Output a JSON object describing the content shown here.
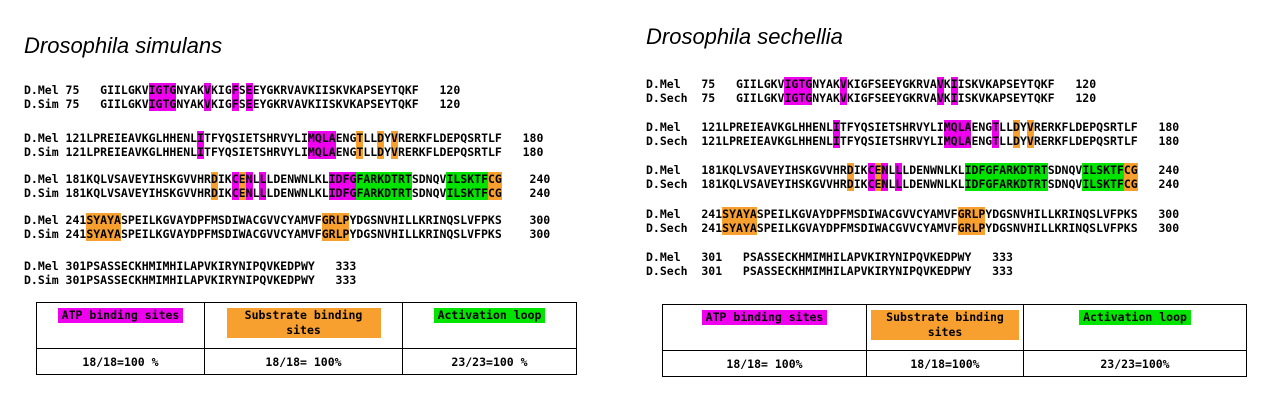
{
  "colors": {
    "atp": "#ee00ee",
    "substrate": "#f7a030",
    "activation": "#00e400"
  },
  "legend_keys": [
    "atp",
    "substrate",
    "activation"
  ],
  "panels": [
    {
      "title": "Drosophila simulans",
      "blocks": [
        {
          "rows": [
            {
              "segs": [
                [
                  "D.Mel 75   GIILGKV",
                  ""
                ],
                [
                  "IGTG",
                  "atp"
                ],
                [
                  "NYAK",
                  ""
                ],
                [
                  "V",
                  "atp"
                ],
                [
                  "KIG",
                  ""
                ],
                [
                  "F",
                  "atp"
                ],
                [
                  "S",
                  ""
                ],
                [
                  "E",
                  "atp"
                ],
                [
                  "EYGKRVAVKIISKVKAPSEYTQKF   120",
                  ""
                ]
              ]
            },
            {
              "segs": [
                [
                  "D.Sim 75   GIILGKV",
                  ""
                ],
                [
                  "IGTG",
                  "atp"
                ],
                [
                  "NYAK",
                  ""
                ],
                [
                  "V",
                  "atp"
                ],
                [
                  "KIG",
                  ""
                ],
                [
                  "F",
                  "atp"
                ],
                [
                  "S",
                  ""
                ],
                [
                  "E",
                  "atp"
                ],
                [
                  "EYGKRVAVKIISKVKAPSEYTQKF   120",
                  ""
                ]
              ]
            }
          ]
        },
        {
          "rows": [
            {
              "segs": [
                [
                  "D.Mel 121LPREIEAVKGLHHENL",
                  ""
                ],
                [
                  "I",
                  "atp"
                ],
                [
                  "TFYQSIETSHRVYLI",
                  ""
                ],
                [
                  "MQLA",
                  "atp"
                ],
                [
                  "ENG",
                  ""
                ],
                [
                  "T",
                  "sub"
                ],
                [
                  "LL",
                  ""
                ],
                [
                  "D",
                  "sub"
                ],
                [
                  "Y",
                  ""
                ],
                [
                  "V",
                  "sub"
                ],
                [
                  "RERKFLDEPQSRTLF   180",
                  ""
                ]
              ]
            },
            {
              "segs": [
                [
                  "D.Sim 121LPREIEAVKGLHHENL",
                  ""
                ],
                [
                  "I",
                  "atp"
                ],
                [
                  "TFYQSIETSHRVYLI",
                  ""
                ],
                [
                  "MQLA",
                  "atp"
                ],
                [
                  "ENG",
                  ""
                ],
                [
                  "T",
                  "sub"
                ],
                [
                  "LL",
                  ""
                ],
                [
                  "D",
                  "sub"
                ],
                [
                  "Y",
                  ""
                ],
                [
                  "V",
                  "sub"
                ],
                [
                  "RERKFLDEPQSRTLF   180",
                  ""
                ]
              ]
            }
          ]
        },
        {
          "rows": [
            {
              "segs": [
                [
                  "D.Mel 181KQLVSAVEYIHSKGVVHR",
                  ""
                ],
                [
                  "D",
                  "sub"
                ],
                [
                  "IK",
                  ""
                ],
                [
                  "C",
                  "atp"
                ],
                [
                  "E",
                  "sub"
                ],
                [
                  "N",
                  "atp"
                ],
                [
                  "L",
                  ""
                ],
                [
                  "L",
                  "atp"
                ],
                [
                  "LDENWNLKL",
                  ""
                ],
                [
                  "IDFG",
                  "atp"
                ],
                [
                  "FARKDTRT",
                  "act"
                ],
                [
                  "SDNQV",
                  ""
                ],
                [
                  "ILSKTF",
                  "act"
                ],
                [
                  "CG",
                  "sub"
                ],
                [
                  "    240",
                  ""
                ]
              ]
            },
            {
              "segs": [
                [
                  "D.Sim 181KQLVSAVEYIHSKGVVHR",
                  ""
                ],
                [
                  "D",
                  "sub"
                ],
                [
                  "IK",
                  ""
                ],
                [
                  "C",
                  "atp"
                ],
                [
                  "E",
                  "sub"
                ],
                [
                  "N",
                  "atp"
                ],
                [
                  "L",
                  ""
                ],
                [
                  "L",
                  "atp"
                ],
                [
                  "LDENWNLKL",
                  ""
                ],
                [
                  "IDFG",
                  "atp"
                ],
                [
                  "FARKDTRT",
                  "act"
                ],
                [
                  "SDNQV",
                  ""
                ],
                [
                  "ILSKTF",
                  "act"
                ],
                [
                  "CG",
                  "sub"
                ],
                [
                  "    240",
                  ""
                ]
              ]
            }
          ]
        },
        {
          "rows": [
            {
              "segs": [
                [
                  "D.Mel 241",
                  ""
                ],
                [
                  "SYAYA",
                  "sub"
                ],
                [
                  "SPEILKGVAYDPFMSDIWACGVVCYAMVF",
                  ""
                ],
                [
                  "GRLP",
                  "sub"
                ],
                [
                  "YDGSNVHILLKRINQSLVFPKS    300",
                  ""
                ]
              ]
            },
            {
              "segs": [
                [
                  "D.Sim 241",
                  ""
                ],
                [
                  "SYAYA",
                  "sub"
                ],
                [
                  "SPEILKGVAYDPFMSDIWACGVVCYAMVF",
                  ""
                ],
                [
                  "GRLP",
                  "sub"
                ],
                [
                  "YDGSNVHILLKRINQSLVFPKS    300",
                  ""
                ]
              ]
            }
          ]
        },
        {
          "rows": [
            {
              "segs": [
                [
                  "D.Mel 301PSASSECKHMIMHILAPVKIRYNIPQVKEDPWY   333",
                  ""
                ]
              ]
            },
            {
              "segs": [
                [
                  "D.Sim 301PSASSECKHMIMHILAPVKIRYNIPQVKEDPWY   333",
                  ""
                ]
              ]
            }
          ]
        }
      ],
      "legend_headers": [
        "ATP binding sites",
        "Substrate binding sites",
        "Activation loop"
      ],
      "legend_values": [
        "18/18=100 %",
        "18/18= 100%",
        "23/23=100 %"
      ]
    },
    {
      "title": "Drosophila sechellia",
      "blocks": [
        {
          "rows": [
            {
              "segs": [
                [
                  "D.Mel   75   GIILGKV",
                  ""
                ],
                [
                  "IGTG",
                  "atp"
                ],
                [
                  "NYAK",
                  ""
                ],
                [
                  "V",
                  "atp"
                ],
                [
                  "KIGFSEEYGKRVA",
                  ""
                ],
                [
                  "V",
                  "atp"
                ],
                [
                  "K",
                  ""
                ],
                [
                  "I",
                  "atp"
                ],
                [
                  "ISKVKAPSEYTQKF   120",
                  ""
                ]
              ]
            },
            {
              "segs": [
                [
                  "D.Sech  75   GIILGKV",
                  ""
                ],
                [
                  "IGTG",
                  "atp"
                ],
                [
                  "NYAK",
                  ""
                ],
                [
                  "V",
                  "atp"
                ],
                [
                  "KIGFSEEYGKRVA",
                  ""
                ],
                [
                  "V",
                  "atp"
                ],
                [
                  "K",
                  ""
                ],
                [
                  "I",
                  "atp"
                ],
                [
                  "ISKVKAPSEYTQKF   120",
                  ""
                ]
              ]
            }
          ]
        },
        {
          "rows": [
            {
              "segs": [
                [
                  "D.Mel   121LPREIEAVKGLHHENL",
                  ""
                ],
                [
                  "I",
                  "atp"
                ],
                [
                  "TFYQSIETSHRVYLI",
                  ""
                ],
                [
                  "MQLA",
                  "atp"
                ],
                [
                  "ENG",
                  ""
                ],
                [
                  "T",
                  "atp"
                ],
                [
                  "LL",
                  ""
                ],
                [
                  "D",
                  "sub"
                ],
                [
                  "Y",
                  ""
                ],
                [
                  "V",
                  "sub"
                ],
                [
                  "RERKFLDEPQSRTLF   180",
                  ""
                ]
              ]
            },
            {
              "segs": [
                [
                  "D.Sech  121LPREIEAVKGLHHENL",
                  ""
                ],
                [
                  "I",
                  "atp"
                ],
                [
                  "TFYQSIETSHRVYLI",
                  ""
                ],
                [
                  "MQLA",
                  "atp"
                ],
                [
                  "ENG",
                  ""
                ],
                [
                  "T",
                  "atp"
                ],
                [
                  "LL",
                  ""
                ],
                [
                  "D",
                  "sub"
                ],
                [
                  "Y",
                  ""
                ],
                [
                  "V",
                  "sub"
                ],
                [
                  "RERKFLDEPQSRTLF   180",
                  ""
                ]
              ]
            }
          ]
        },
        {
          "rows": [
            {
              "segs": [
                [
                  "D.Mel   181KQLVSAVEYIHSKGVVHR",
                  ""
                ],
                [
                  "D",
                  "sub"
                ],
                [
                  "IK",
                  ""
                ],
                [
                  "C",
                  "atp"
                ],
                [
                  "E",
                  "sub"
                ],
                [
                  "N",
                  "atp"
                ],
                [
                  "L",
                  ""
                ],
                [
                  "L",
                  "atp"
                ],
                [
                  "LDENWNLKL",
                  ""
                ],
                [
                  "IDFG",
                  "act"
                ],
                [
                  "FARKDTRT",
                  "act"
                ],
                [
                  "SDNQV",
                  ""
                ],
                [
                  "ILSKTF",
                  "act"
                ],
                [
                  "CG",
                  "sub"
                ],
                [
                  "   240",
                  ""
                ]
              ]
            },
            {
              "segs": [
                [
                  "D.Sech  181KQLVSAVEYIHSKGVVHR",
                  ""
                ],
                [
                  "D",
                  "sub"
                ],
                [
                  "IK",
                  ""
                ],
                [
                  "C",
                  "atp"
                ],
                [
                  "E",
                  "sub"
                ],
                [
                  "N",
                  "atp"
                ],
                [
                  "L",
                  ""
                ],
                [
                  "L",
                  "atp"
                ],
                [
                  "LDENWNLKL",
                  ""
                ],
                [
                  "IDFG",
                  "act"
                ],
                [
                  "FARKDTRT",
                  "act"
                ],
                [
                  "SDNQV",
                  ""
                ],
                [
                  "ILSKTF",
                  "act"
                ],
                [
                  "CG",
                  "sub"
                ],
                [
                  "   240",
                  ""
                ]
              ]
            }
          ]
        },
        {
          "rows": [
            {
              "segs": [
                [
                  "D.Mel   241",
                  ""
                ],
                [
                  "SYAYA",
                  "sub"
                ],
                [
                  "SPEILKGVAYDPFMSDIWACGVVCYAMVF",
                  ""
                ],
                [
                  "GRLP",
                  "sub"
                ],
                [
                  "YDGSNVHILLKRINQSLVFPKS   300",
                  ""
                ]
              ]
            },
            {
              "segs": [
                [
                  "D.Sech  241",
                  ""
                ],
                [
                  "SYAYA",
                  "sub"
                ],
                [
                  "SPEILKGVAYDPFMSDIWACGVVCYAMVF",
                  ""
                ],
                [
                  "GRLP",
                  "sub"
                ],
                [
                  "YDGSNVHILLKRINQSLVFPKS   300",
                  ""
                ]
              ]
            }
          ]
        },
        {
          "rows": [
            {
              "segs": [
                [
                  "D.Mel   301   PSASSECKHMIMHILAPVKIRYNIPQVKEDPWY   333",
                  ""
                ]
              ]
            },
            {
              "segs": [
                [
                  "D.Sech  301   PSASSECKHMIMHILAPVKIRYNIPQVKEDPWY   333",
                  ""
                ]
              ]
            }
          ]
        }
      ],
      "legend_headers": [
        "ATP binding sites",
        "Substrate binding sites",
        "Activation loop"
      ],
      "legend_values": [
        "18/18= 100%",
        "18/18=100%",
        "23/23=100%"
      ]
    }
  ]
}
